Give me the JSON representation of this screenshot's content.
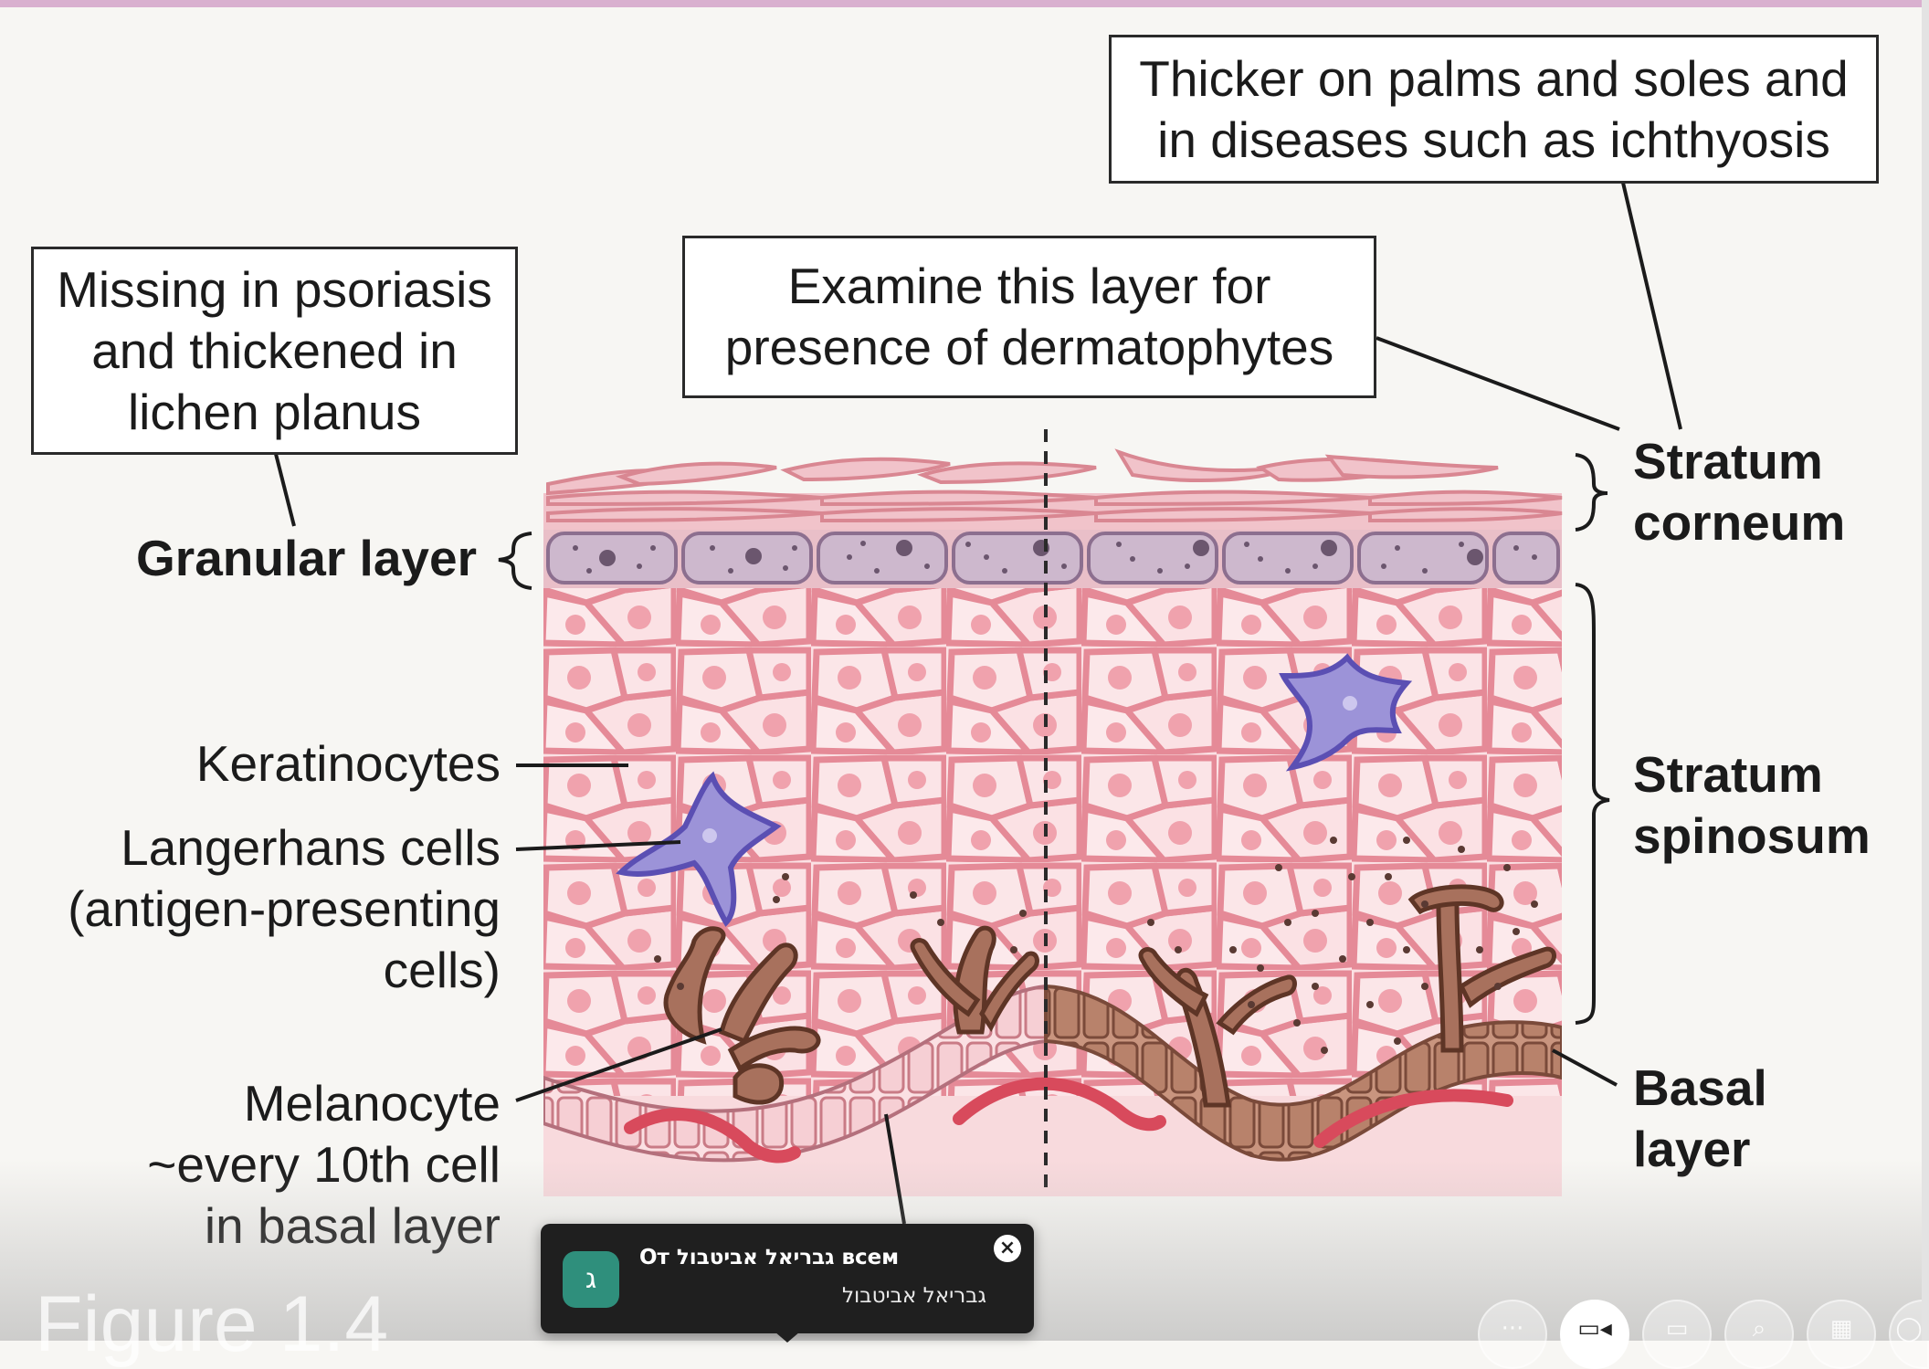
{
  "callouts": {
    "thicker": "Thicker on palms and soles and\nin diseases such as ichthyosis",
    "examine": "Examine this layer for\npresence of dermatophytes",
    "missing": "Missing in psoriasis\nand thickened in\nlichen planus"
  },
  "labels": {
    "granular": "Granular layer",
    "stratum_corneum": "Stratum\ncorneum",
    "stratum_spinosum": "Stratum\nspinosum",
    "basal_layer": "Basal\nlayer",
    "keratinocytes": "Keratinocytes",
    "langerhans": "Langerhans cells\n(antigen-presenting\ncells)",
    "melanocyte": "Melanocyte\n~every 10th cell\nin basal layer"
  },
  "figure_caption": "Figure 1.4",
  "chat_toast": {
    "avatar_letter": "ג",
    "title": "От גבריאל אביטבול всем",
    "body": "גבריאל אביטבול",
    "close_glyph": "×"
  },
  "controls": [
    {
      "name": "more-options-button",
      "glyph": "···",
      "active": false
    },
    {
      "name": "video-button",
      "glyph": "▭◂",
      "active": true
    },
    {
      "name": "screen-share-button",
      "glyph": "▭",
      "active": false
    },
    {
      "name": "zoom-button",
      "glyph": "⌕",
      "active": false
    },
    {
      "name": "layout-button",
      "glyph": "▦",
      "active": false
    },
    {
      "name": "extra-button",
      "glyph": "◯",
      "active": false
    }
  ],
  "colors": {
    "accent_top_bar": "#d9b0cf",
    "cell_fill": "#fbe1e4",
    "cell_border": "#e58a97",
    "granular_fill": "#cdb8cd",
    "langerhans_fill": "#9c93d8",
    "melanocyte_fill": "#a8715d",
    "toast_bg": "#1f1f1f",
    "avatar_bg": "#2f8f7c"
  }
}
